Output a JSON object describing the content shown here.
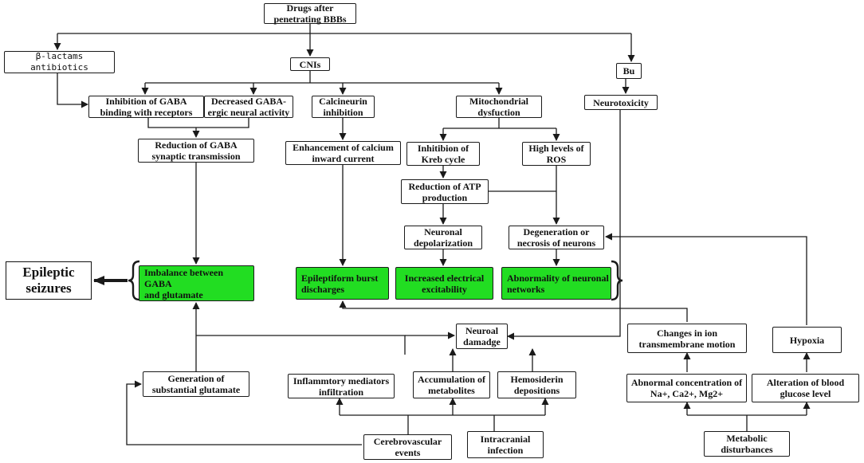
{
  "nodes": {
    "drugs": "Drugs after\npenetrating BBBs",
    "beta_lactams": "β-lactams\nantibiotics",
    "cnis": "CNIs",
    "bu": "Bu",
    "gaba_binding": "Inhibition of GABA\nbinding with receptors",
    "gaba_ergic": "Decreased GABA-\nergic neural activity",
    "calcineurin": "Calcineurin\ninhibition",
    "mito": "Mitochondrial\ndysfuction",
    "neurotoxicity": "Neurotoxicity",
    "gaba_reduction": "Reduction of GABA\nsynaptic transmission",
    "calcium": "Enhancement of calcium\ninward current",
    "kreb": "Inhitibion of\nKreb cycle",
    "ros": "High levels of\nROS",
    "atp": "Reduction of ATP\nproduction",
    "depol": "Neuronal\ndepolarization",
    "degeneration": "Degeneration or\nnecrosis of neurons",
    "epileptic": "Epileptic\nseizures",
    "imbalance": "Imbalance between GABA\nand glutamate",
    "burst": "Epileptiform burst\ndischarges",
    "excitability": "Increased electrical\nexcitability",
    "network": "Abnormality of neuronal\nnetworks",
    "neuroal_damage": "Neuroal\ndamadge",
    "ion_motion": "Changes in ion\ntransmembrane motion",
    "hypoxia": "Hypoxia",
    "glutamate": "Generation of\nsubstantial glutamate",
    "inflammatory": "Inflammtory mediators\ninfiltration",
    "metabolites": "Accumulation of\nmetabolites",
    "hemosiderin": "Hemosiderin\ndepositions",
    "ion_conc": "Abnormal concentration of\nNa+, Ca2+, Mg2+",
    "glucose": "Alteration of blood\nglucose level",
    "cerebro": "Cerebrovascular\nevents",
    "intracranial": "Intracranial\ninfection",
    "metabolic": "Metabolic\ndisturbances"
  },
  "colors": {
    "outcome_fill": "#22dd22",
    "line": "#1a1a1a"
  }
}
